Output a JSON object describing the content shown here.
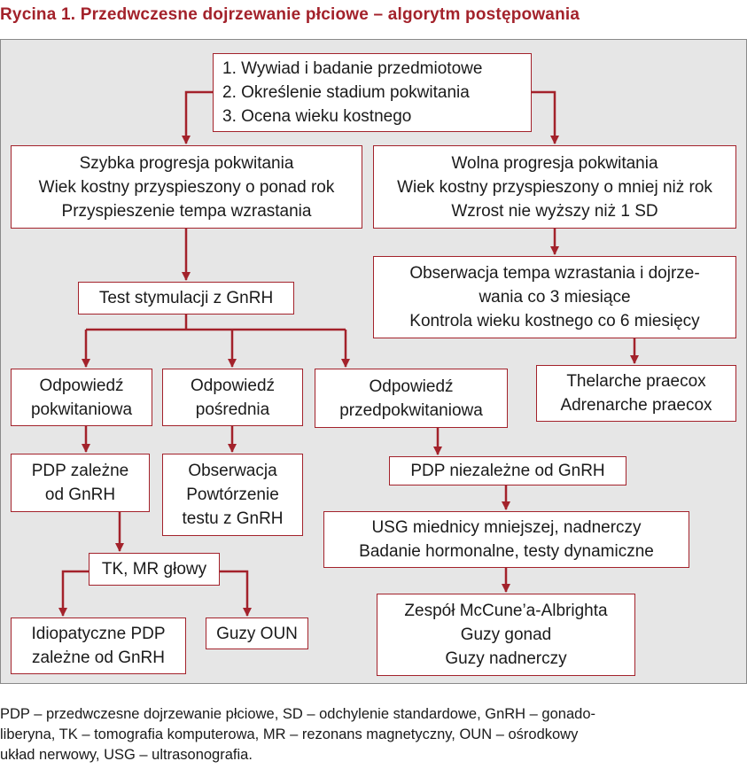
{
  "title": "Rycina 1. Przedwczesne dojrzewanie płciowe – algorytm postępowania",
  "colors": {
    "accent": "#a3222b",
    "panel_bg": "#e6e6e6",
    "box_bg": "#ffffff"
  },
  "boxes": {
    "start": [
      "1. Wywiad i badanie przedmiotowe",
      "2. Określenie stadium pokwitania",
      "3. Ocena wieku kostnego"
    ],
    "fast": [
      "Szybka progresja pokwitania",
      "Wiek kostny przyspieszony o ponad rok",
      "Przyspieszenie tempa wzrastania"
    ],
    "slow": [
      "Wolna progresja pokwitania",
      "Wiek kostny przyspieszony o mniej niż rok",
      "Wzrost nie wyższy niż 1 SD"
    ],
    "observation": [
      "Obserwacja tempa wzrastania i dojrze-",
      "wania co 3 miesiące",
      "Kontrola wieku kostnego co 6 miesięcy"
    ],
    "thelarche": [
      "Thelarche praecox",
      "Adrenarche praecox"
    ],
    "gnrh_test": [
      "Test stymulacji z GnRH"
    ],
    "resp_pubertal": [
      "Odpowiedź",
      "pokwitaniowa"
    ],
    "resp_intermediate": [
      "Odpowiedź",
      "pośrednia"
    ],
    "resp_prepubertal": [
      "Odpowiedź",
      "przedpokwitaniowa"
    ],
    "pdp_dependent": [
      "PDP zależne",
      "od GnRH"
    ],
    "obs_repeat": [
      "Obserwacja",
      "Powtórzenie",
      "testu z GnRH"
    ],
    "pdp_independent": [
      "PDP niezależne od GnRH"
    ],
    "ct_mri": [
      "TK, MR głowy"
    ],
    "usg": [
      "USG miednicy mniejszej, nadnerczy",
      "Badanie hormonalne, testy dynamiczne"
    ],
    "idiopathic": [
      "Idiopatyczne PDP",
      "zależne od GnRH"
    ],
    "cns_tumors": [
      "Guzy OUN"
    ],
    "mccune": [
      "Zespół McCune’a-Albrighta",
      "Guzy gonad",
      "Guzy nadnerczy"
    ]
  },
  "footnote": [
    "PDP – przedwczesne dojrzewanie płciowe, SD – odchylenie standardowe, GnRH – gonado-",
    "liberyna, TK – tomografia komputerowa, MR – rezonans magnetyczny, OUN – ośrodkowy",
    "układ nerwowy, USG – ultrasonografia."
  ]
}
